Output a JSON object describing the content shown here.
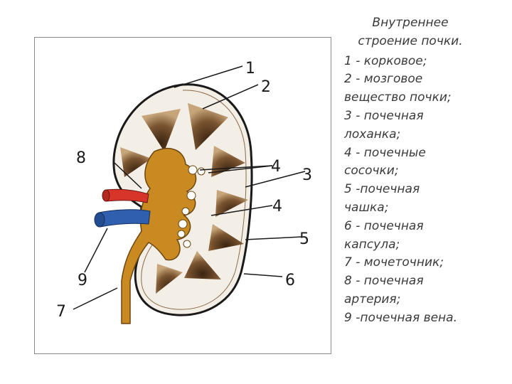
{
  "diagram": {
    "callouts": [
      "1",
      "2",
      "4",
      "3",
      "4",
      "5",
      "6",
      "7",
      "8",
      "9"
    ],
    "colors": {
      "artery": "#d8352a",
      "vein": "#2f5fae",
      "pelvis": "#c98a22",
      "pyramid": "#6e4a26",
      "capsule": "#1a1a1a"
    }
  },
  "legend": {
    "title_line1": "Внутреннее",
    "title_line2": "строение почки.",
    "items": [
      "1 - корковое;",
      "2 - мозговое",
      "вещество почки;",
      "3 - почечная",
      "лоханка;",
      "4 - почечные",
      "сосочки;",
      "5 -почечная",
      "чашка;",
      "6 - почечная",
      "капсула;",
      "7 - мочеточник;",
      "8 - почечная",
      "артерия;",
      "9 -почечная вена."
    ]
  }
}
